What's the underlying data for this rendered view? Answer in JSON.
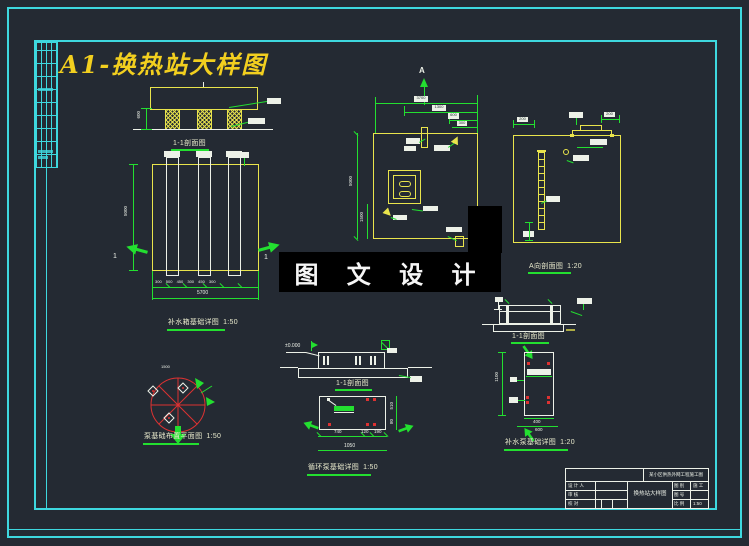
{
  "sheet": {
    "title": "A1-换热站大样图",
    "palette": {
      "background": "#242a33",
      "line_yellow": "#e9e44c",
      "title_yellow": "#f2cf1f",
      "dim_green": "#23df30",
      "frame_cyan": "#3ed8df",
      "line_white": "#edf1e8",
      "line_red": "#dd3232"
    }
  },
  "watermark": {
    "text": "图 文 设 计"
  },
  "drawings": {
    "d1": {
      "caption": "1-1剖面图",
      "dim_left": "600"
    },
    "d2": {
      "caption": "补水箱基础详图",
      "scale": "1:50",
      "dim_left": "5000",
      "dims_bottom": "300 500 450 300 450 300",
      "dim_total": "5700",
      "section_no": "1"
    },
    "d3": {
      "caption": "泵基础布置平面图",
      "scale": "1:50",
      "dim_top": "1500"
    },
    "d4": {
      "view_label": "A",
      "dim1": "3700",
      "dim2": "1300",
      "dim3": "600",
      "dim4": "300",
      "dim_left": "5000",
      "dim_left2": "1500",
      "dim_br": "300"
    },
    "d5": {
      "caption": "A向剖面图",
      "scale": "1:20",
      "dim_tl": "200",
      "dim_tr": "200"
    },
    "d6": {
      "caption": "1-1剖面图"
    },
    "d7": {
      "caption_section": "1-1剖面图",
      "caption": "循环泵基础详图",
      "scale": "1:50",
      "level": "±0.000",
      "dim_b1": "740",
      "dim_b2": "120",
      "dim_b3": "190",
      "dim_total": "1050",
      "dim_r1": "510",
      "dim_r2": "80"
    },
    "d8": {
      "caption": "补水泵基础详图",
      "scale": "1:20",
      "dim_left": "1100",
      "dim_b1": "400",
      "dim_b2": "600"
    }
  },
  "title_block": {
    "project": "某小区供热外网工程施工图",
    "drawing_name": "换热站大样图",
    "left_rows": [
      {
        "label": "设 计 人"
      },
      {
        "label": "审  核"
      },
      {
        "label": "校  对"
      }
    ],
    "right_rows": [
      {
        "label": "图 别",
        "value": "施 工"
      },
      {
        "label": "图 号",
        "value": ""
      },
      {
        "label": "比 例",
        "value": "1:50"
      }
    ]
  }
}
